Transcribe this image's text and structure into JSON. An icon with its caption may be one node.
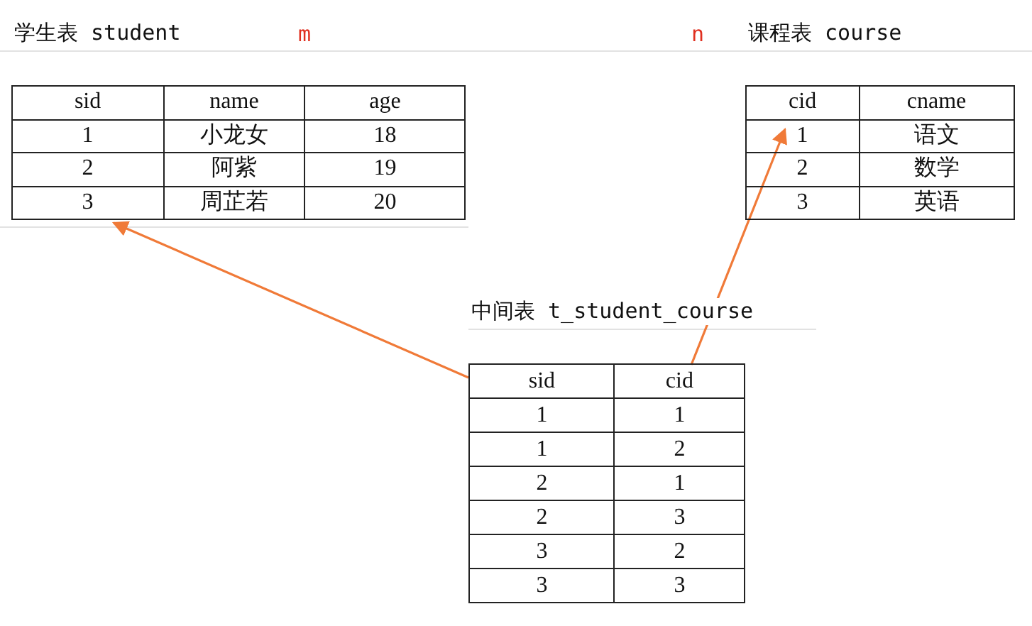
{
  "diagram": {
    "nodes": [
      {
        "text": [
          "学生表 student",
          "sid",
          "name",
          "age",
          "1",
          "小龙女",
          "18",
          "2",
          "阿紫",
          "19",
          "3",
          "周芷若",
          "20"
        ]
      },
      {
        "text": [
          "课程表 course",
          "cid",
          "cname",
          "1",
          "语文",
          "2",
          "数学",
          "3",
          "英语"
        ]
      },
      {
        "text": [
          "中间表 t_student_course",
          "sid",
          "cid",
          "1",
          "1",
          "1",
          "2",
          "2",
          "1",
          "2",
          "3",
          "3",
          "2",
          "3",
          "3"
        ]
      }
    ],
    "edges": [
      {
        "from": 2,
        "to": 0,
        "arrow": "to"
      },
      {
        "from": 2,
        "to": 1,
        "arrow": "to"
      }
    ],
    "labels": [
      "m",
      "n"
    ]
  }
}
